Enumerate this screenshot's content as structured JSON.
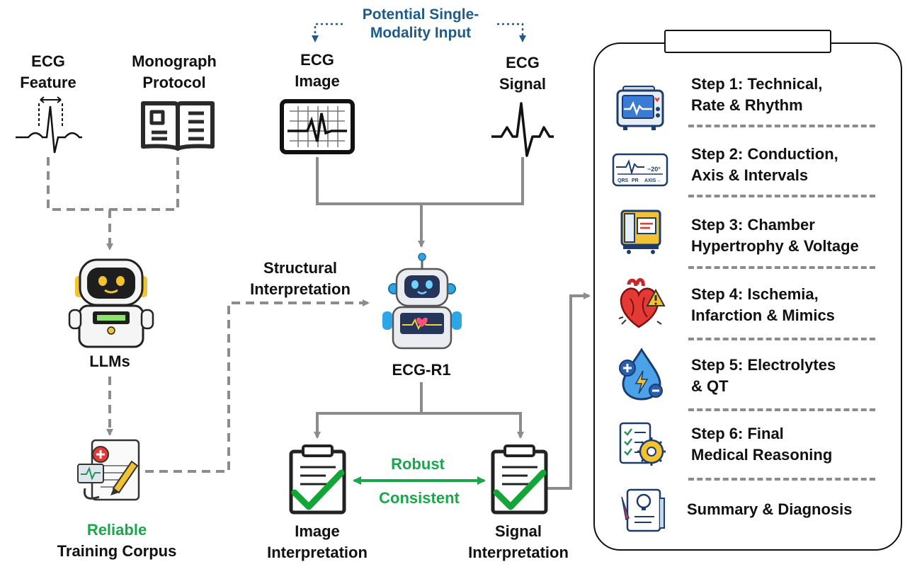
{
  "top_note": {
    "line1": "Potential Single-",
    "line2": "Modality Input"
  },
  "inputs": {
    "ecg_feature": {
      "line1": "ECG",
      "line2": "Feature"
    },
    "monograph": {
      "line1": "Monograph",
      "line2": "Protocol"
    },
    "ecg_image": {
      "line1": "ECG",
      "line2": "Image"
    },
    "ecg_signal": {
      "line1": "ECG",
      "line2": "Signal"
    }
  },
  "llms_label": "LLMs",
  "structural": {
    "line1": "Structural",
    "line2": "Interpretation"
  },
  "model_label": "ECG-R1",
  "corpus": {
    "line1": "Reliable",
    "line2": "Training Corpus"
  },
  "outputs": {
    "image": {
      "line1": "Image",
      "line2": "Interpretation"
    },
    "signal": {
      "line1": "Signal",
      "line2": "Interpretation"
    }
  },
  "consistency": {
    "line1": "Robust",
    "line2": "Consistent"
  },
  "steps_panel": {
    "title": "",
    "steps": [
      {
        "line1": "Step 1: Technical,",
        "line2": "Rate & Rhythm",
        "icon": "monitor-icon"
      },
      {
        "line1": "Step 2: Conduction,",
        "line2": "Axis & Intervals",
        "icon": "ecg-strip-icon",
        "strip_labels": [
          "QRS",
          "PR",
          "AXIS→",
          "−20°"
        ]
      },
      {
        "line1": "Step 3: Chamber",
        "line2": "Hypertrophy & Voltage",
        "icon": "chamber-icon"
      },
      {
        "line1": "Step 4: Ischemia,",
        "line2": "Infarction & Mimics",
        "icon": "heart-warning-icon"
      },
      {
        "line1": "Step 5: Electrolytes",
        "line2": "& QT",
        "icon": "electrolyte-drop-icon"
      },
      {
        "line1": "Step 6: Final",
        "line2": "Medical Reasoning",
        "icon": "checklist-gear-icon"
      },
      {
        "line1": "Summary & Diagnosis",
        "line2": "",
        "icon": "report-icon"
      }
    ]
  },
  "colors": {
    "arrow_gray": "#8c8c8c",
    "blue": "#1f5a8a",
    "green": "#1aa64a",
    "check_green": "#13a538"
  }
}
